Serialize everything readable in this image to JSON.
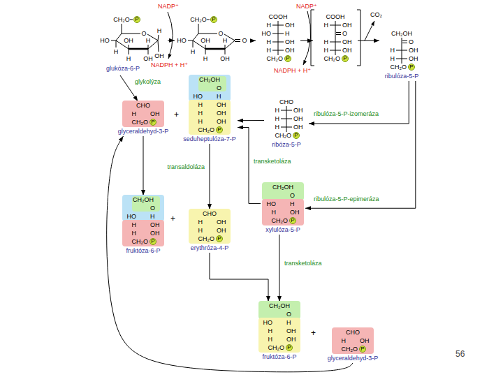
{
  "diagram": {
    "nodes": [
      {
        "text": [
          "CH₂O",
          "P",
          "O",
          "H",
          "OH",
          "H",
          "OH",
          "OH",
          "H",
          "HO",
          "H",
          "glukóza-6-P"
        ]
      },
      {
        "text": [
          "CH₂O",
          "P",
          "O",
          "O",
          "H",
          "OH",
          "OH",
          "H",
          "HO",
          "H"
        ]
      },
      {
        "text": [
          "COOH",
          "H",
          "OH",
          "HO",
          "H",
          "H",
          "OH",
          "H",
          "OH",
          "CH₂O",
          "P"
        ]
      },
      {
        "text": [
          "COOH",
          "H",
          "OH",
          "O",
          "H",
          "OH",
          "H",
          "OH",
          "CH₂O",
          "P"
        ]
      },
      {
        "text": [
          "CH₂OH",
          "O",
          "H",
          "OH",
          "H",
          "OH",
          "CH₂O",
          "P",
          "ribulóza-5-P"
        ]
      },
      {
        "text": [
          "CHO",
          "H",
          "OH",
          "CH₂O",
          "P",
          "glyceraldehyd-3-P"
        ]
      },
      {
        "text": [
          "CH₂OH",
          "O",
          "HO",
          "H",
          "H",
          "OH",
          "H",
          "OH",
          "H",
          "OH",
          "CH₂O",
          "P",
          "seduheptulóza-7-P"
        ]
      },
      {
        "text": [
          "CHO",
          "H",
          "OH",
          "H",
          "OH",
          "H",
          "OH",
          "CH₂O",
          "P",
          "ribóza-5-P"
        ]
      },
      {
        "text": [
          "CH₂OH",
          "O",
          "HO",
          "H",
          "H",
          "OH",
          "H",
          "OH",
          "CH₂O",
          "P",
          "fruktóza-6-P"
        ]
      },
      {
        "text": [
          "CHO",
          "H",
          "OH",
          "H",
          "OH",
          "CH₂O",
          "P",
          "erythróza-4-P"
        ]
      },
      {
        "text": [
          "CH₂OH",
          "O",
          "HO",
          "H",
          "H",
          "OH",
          "CH₂O",
          "P",
          "xylulóza-5-P"
        ]
      },
      {
        "text": [
          "CH₂OH",
          "O",
          "HO",
          "H",
          "H",
          "OH",
          "H",
          "OH",
          "CH₂O",
          "P",
          "fruktóza-6-P"
        ]
      },
      {
        "text": [
          "CHO",
          "H",
          "OH",
          "CH₂O",
          "P",
          "glyceraldehyd-3-P"
        ]
      }
    ],
    "edges": [
      {
        "from": 0,
        "to": 1,
        "arrow": "to"
      },
      {
        "from": 1,
        "to": 2,
        "arrow": "to"
      },
      {
        "from": 2,
        "to": 3,
        "arrow": "to"
      },
      {
        "from": 3,
        "to": 4,
        "arrow": "to"
      },
      {
        "from": 0,
        "to": 5,
        "label": "glykolýza",
        "arrow": "to"
      },
      {
        "from": 4,
        "to": 7,
        "label": "ribulóza-5-P-izomeráza",
        "arrow": "to"
      },
      {
        "from": 4,
        "to": 10,
        "label": "ribulóza-5-P-epimeráza",
        "arrow": "to"
      },
      {
        "from": 7,
        "to": 6,
        "arrow": "to"
      },
      {
        "from": 10,
        "to": 6,
        "label": "transketoláza",
        "arrow": "to"
      },
      {
        "from": 5,
        "to": 8,
        "arrow": "to"
      },
      {
        "from": 6,
        "to": 9,
        "label": "transaldoláza",
        "arrow": "to"
      },
      {
        "from": 10,
        "to": 11,
        "label": "transketoláza",
        "arrow": "to"
      },
      {
        "from": 9,
        "to": 11,
        "arrow": "to"
      },
      {
        "from": 12,
        "to": 5,
        "arrow": "to"
      }
    ],
    "labels": [
      "NADP⁺",
      "NADPH + H⁺",
      "NADP⁺",
      "NADPH + H⁺",
      "CO₂",
      "+",
      "+",
      "+",
      "56"
    ]
  }
}
